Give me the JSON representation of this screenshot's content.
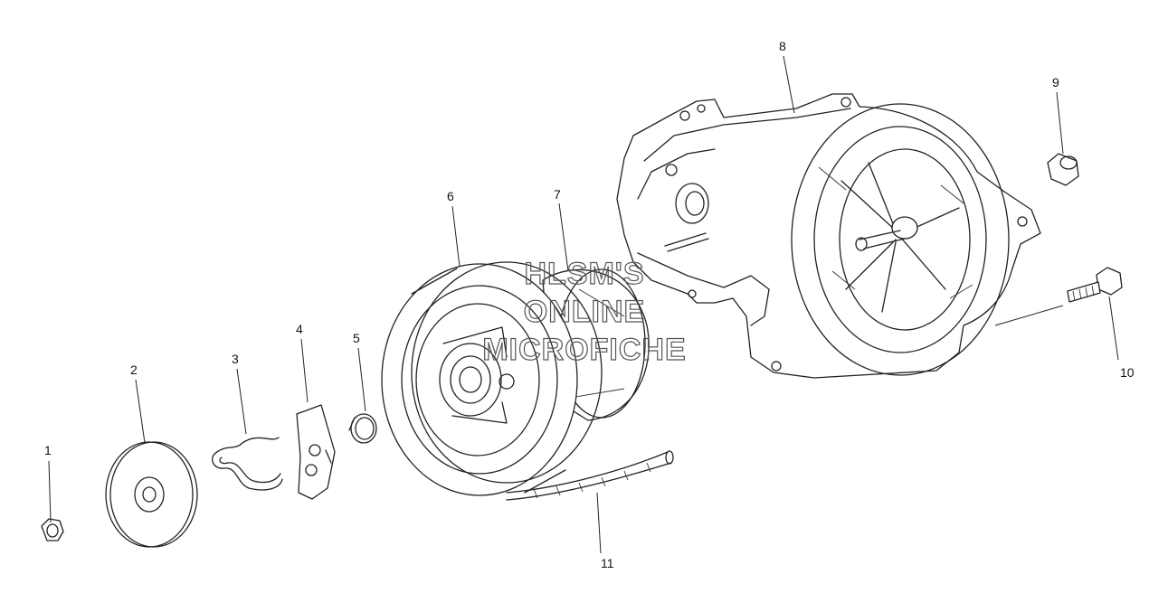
{
  "diagram": {
    "labels": [
      "1",
      "2",
      "3",
      "4",
      "5",
      "6",
      "7",
      "8",
      "9",
      "10",
      "11"
    ]
  },
  "watermark": {
    "lines": [
      "HLSM'S",
      "ONLINE",
      "MICROFICHE"
    ]
  }
}
